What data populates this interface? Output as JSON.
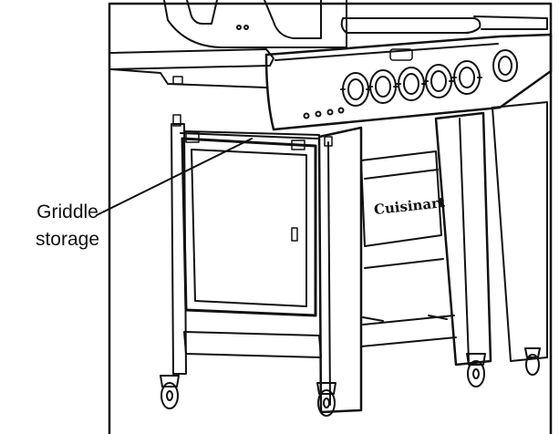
{
  "callout": {
    "line1": "Griddle",
    "line2": "storage"
  },
  "brand_logo_text": "Cuisinart",
  "colors": {
    "ink": "#111111",
    "background": "#ffffff"
  }
}
